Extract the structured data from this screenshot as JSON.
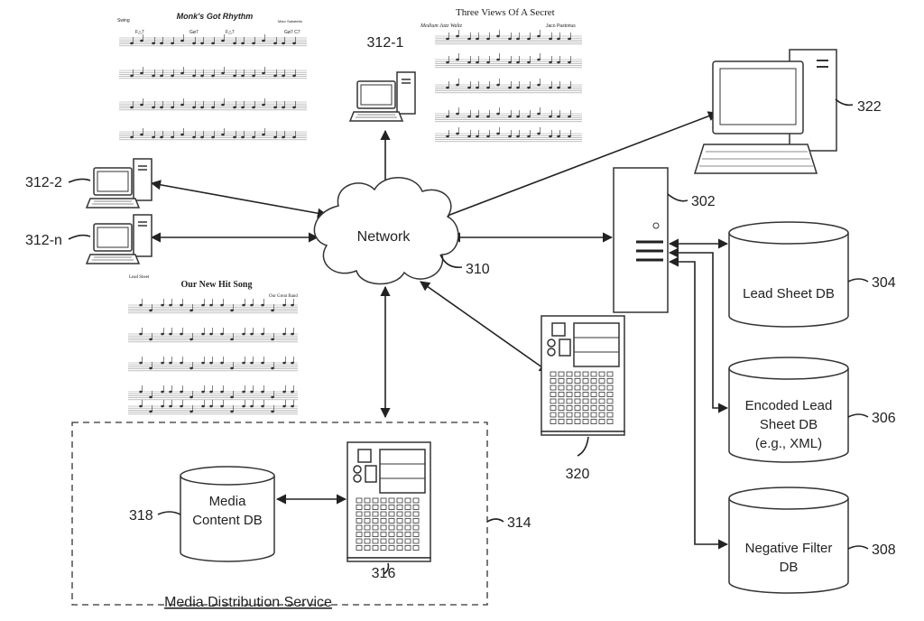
{
  "network": {
    "label": "Network",
    "ref": "310"
  },
  "clients": [
    {
      "ref": "312-1"
    },
    {
      "ref": "312-2"
    },
    {
      "ref": "312-n"
    }
  ],
  "workstation": {
    "ref": "322"
  },
  "server": {
    "ref": "302"
  },
  "databases": [
    {
      "label_lines": [
        "Lead Sheet DB"
      ],
      "ref": "304"
    },
    {
      "label_lines": [
        "Encoded Lead",
        "Sheet DB",
        "(e.g., XML)"
      ],
      "ref": "306"
    },
    {
      "label_lines": [
        "Negative Filter",
        "DB"
      ],
      "ref": "308"
    }
  ],
  "tower_320": {
    "ref": "320"
  },
  "media_service": {
    "title": "Media Distribution Service",
    "ref": "314",
    "server_ref": "316",
    "db": {
      "label_lines": [
        "Media",
        "Content DB"
      ],
      "ref": "318"
    }
  },
  "lead_sheets": [
    {
      "title": "Monk's Got Rhythm",
      "style": "Swing",
      "composer": "Marc Sabatella",
      "chords": [
        "F△7",
        "Gø7",
        "F△7",
        "Gø7 C7"
      ]
    },
    {
      "title": "Three Views Of A Secret",
      "style": "Medium Jazz Waltz",
      "composer": "Jaco Pastorius"
    },
    {
      "title": "Our New Hit Song",
      "style": "Lead Sheet",
      "composer": "Our Great Band"
    }
  ],
  "colors": {
    "line": "#222222",
    "staff": "#999999",
    "background": "#ffffff"
  }
}
